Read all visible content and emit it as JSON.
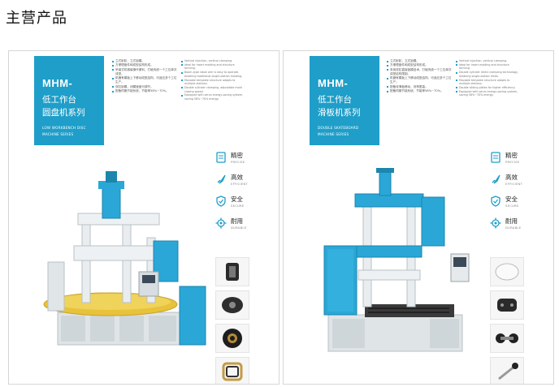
{
  "page": {
    "title": "主营产品"
  },
  "colors": {
    "accent": "#1e9ec9",
    "machine_blue": "#2aa7d6",
    "machine_gray": "#dde3e6",
    "rotary_yellow": "#e8c23a"
  },
  "cards": [
    {
      "model": "MHM-",
      "title_cn_line1": "低工作台",
      "title_cn_line2": "圆盘机系列",
      "title_en_line1": "LOW WORKBENCH DISC",
      "title_en_line2": "MACHINE SERIES",
      "bullets_cn": [
        "立式射胶，立式锁模。",
        "方便理嵌件和成型结构形成。",
        "吊臂式机械臂操作便利，打破传统一个工位单次成型。",
        "机器有模板上下移动成型结构，可适应多个工位生产。",
        "双缸锁模，闭模速度可调节。",
        "配备伺服节能系统，节能率58%~70%。"
      ],
      "bullets_en": [
        "Vertical injection, vertical clamping.",
        "Ideal for insert molding and structure forming.",
        "Boom-type robot arm is easy to operate, breaking traditional single-station molding.",
        "Movable template structure adapts to multiple stations.",
        "Double cylinder clamping, adjustable mold closing speed.",
        "Equipped with servo energy-saving system, saving 58%~70% energy."
      ],
      "features": [
        {
          "icon": "document-icon",
          "cn": "精密",
          "en": "PRECISE"
        },
        {
          "icon": "rocket-icon",
          "cn": "高效",
          "en": "EFFICIENT"
        },
        {
          "icon": "shield-check-icon",
          "cn": "安全",
          "en": "SECURE"
        },
        {
          "icon": "gear-icon",
          "cn": "耐用",
          "en": "DURABLE"
        }
      ],
      "parts": [
        "black-ring-part",
        "black-disc-part",
        "gear-ring-part",
        "gold-frame-part"
      ]
    },
    {
      "model": "MHM-",
      "title_cn_line1": "低工作台",
      "title_cn_line2": "滑板机系列",
      "title_en_line1": "DOUBLE SKATEBOARD",
      "title_en_line2": "MACHINE SERIES",
      "bullets_cn": [
        "立式射胶，立式锁模。",
        "方便理嵌件和成型结构形成。",
        "采用双缸直接锁模技术，打破传统一个工位单次成型结构限制。",
        "机器有模板上下移动成型结构，可适应多个工位生产。",
        "配备双滑板移动，效率更高。",
        "配备伺服节能系统，节能率58%~70%。"
      ],
      "bullets_en": [
        "Vertical injection, vertical clamping.",
        "Ideal for insert molding and structure forming.",
        "Double cylinder direct clamping technology, breaking single-station limits.",
        "Movable template structure adapts to multiple stations.",
        "Double sliding plates for higher efficiency.",
        "Equipped with servo energy-saving system, saving 58%~70% energy."
      ],
      "features": [
        {
          "icon": "document-icon",
          "cn": "精密",
          "en": "PRECISE"
        },
        {
          "icon": "rocket-icon",
          "cn": "高效",
          "en": "EFFICIENT"
        },
        {
          "icon": "shield-check-icon",
          "cn": "安全",
          "en": "SECURE"
        },
        {
          "icon": "gear-icon",
          "cn": "耐用",
          "en": "DURABLE"
        }
      ],
      "parts": [
        "white-ring-part",
        "dark-pad-part",
        "dumbbell-part",
        "shaft-part"
      ]
    }
  ]
}
